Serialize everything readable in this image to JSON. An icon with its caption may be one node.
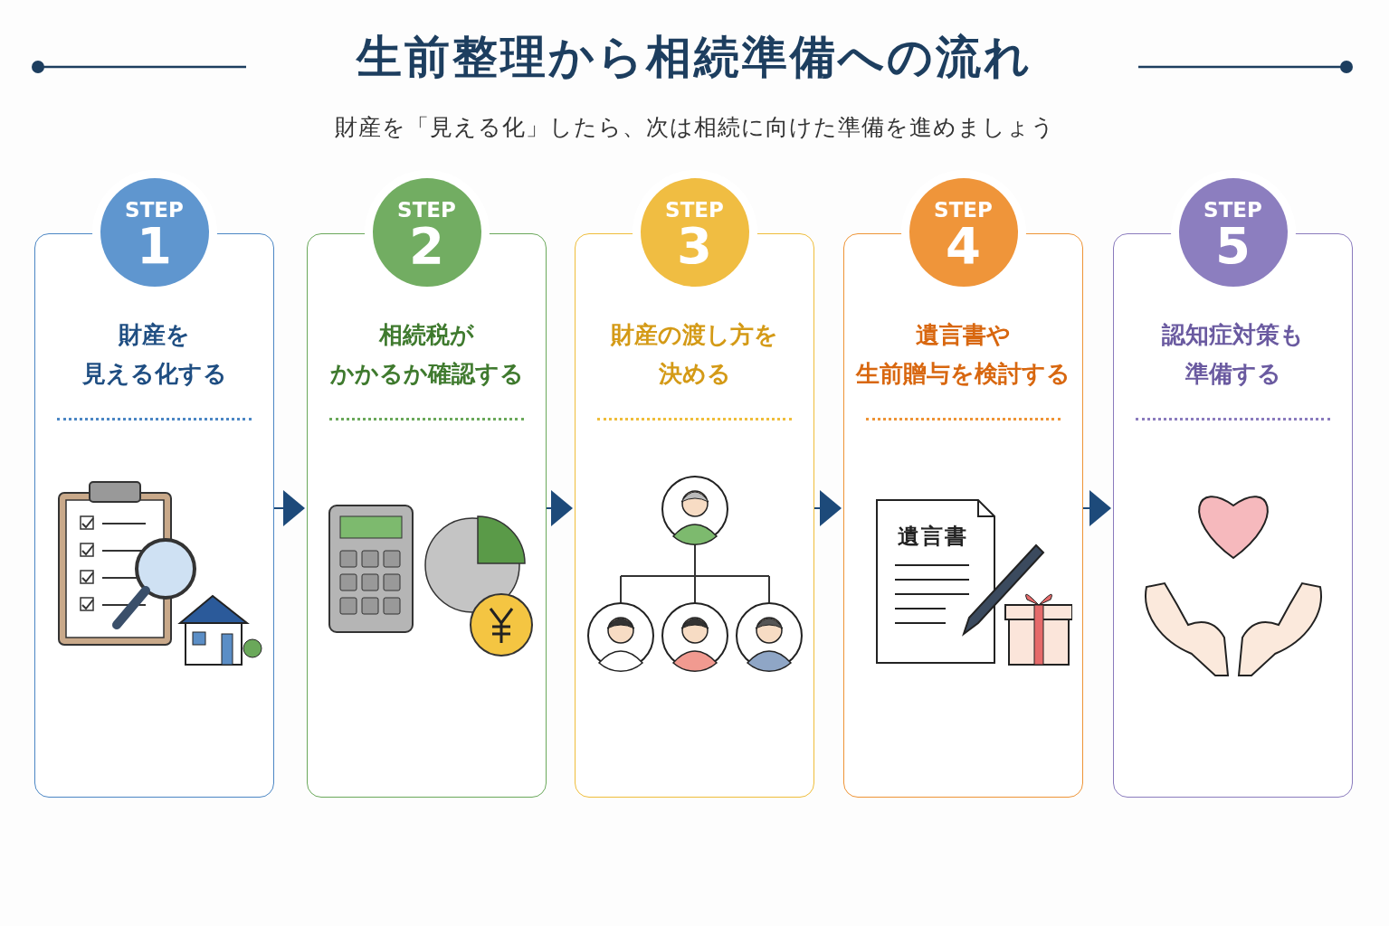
{
  "diagram": {
    "title": "生前整理から相続準備への流れ",
    "caption": "財産を「見える化」したら、次は相続に向けた準備を進めましょう",
    "nodes": [
      {
        "text": [
          "STEP",
          "1",
          "財産を見える化する"
        ]
      },
      {
        "text": [
          "STEP",
          "2",
          "相続税がかかるか確認する"
        ]
      },
      {
        "text": [
          "STEP",
          "3",
          "財産の渡し方を決める"
        ]
      },
      {
        "text": [
          "STEP",
          "4",
          "遺言書や生前贈与を検討する"
        ]
      },
      {
        "text": [
          "STEP",
          "5",
          "認知症対策も準備する"
        ]
      }
    ],
    "edges": [
      {
        "from": 0,
        "to": 1,
        "arrow": "to"
      },
      {
        "from": 1,
        "to": 2,
        "arrow": "to"
      },
      {
        "from": 2,
        "to": 3,
        "arrow": "to"
      },
      {
        "from": 3,
        "to": 4,
        "arrow": "to"
      }
    ],
    "labels": [
      "遺言書"
    ]
  }
}
